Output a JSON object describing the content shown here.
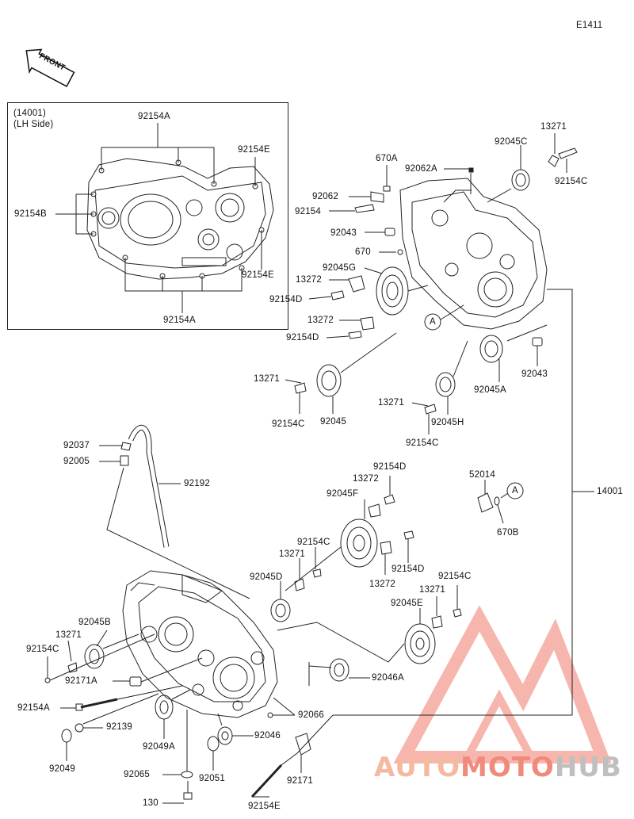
{
  "diagram_code": "E1411",
  "front_label": "FRONT",
  "inset": {
    "title": "(14001)",
    "subtitle": "(LH Side)"
  },
  "watermark": {
    "part1": "AUTO",
    "part2": "MOTO",
    "part3": "HUB"
  },
  "colors": {
    "line": "#222222",
    "watermark_red": "#f07c6c",
    "watermark_orange": "#f5b9a0",
    "watermark_grey": "#bfbfbf"
  },
  "labels": {
    "in_92154A_top": "92154A",
    "in_92154E_top": "92154E",
    "in_92154B": "92154B",
    "in_92154E_bot": "92154E",
    "in_92154A_bot": "92154A",
    "p13271_a": "13271",
    "p92045C": "92045C",
    "p670A": "670A",
    "p92062A": "92062A",
    "p92154C_a": "92154C",
    "p92062": "92062",
    "p92154": "92154",
    "p92043_a": "92043",
    "p670": "670",
    "p92045G": "92045G",
    "p13272_a": "13272",
    "p92154D_a": "92154D",
    "p13272_b": "13272",
    "p92154D_b": "92154D",
    "calloutA_1": "A",
    "p92043_b": "92043",
    "p92045A": "92045A",
    "p13271_b": "13271",
    "p92154C_b": "92154C",
    "p92045": "92045",
    "p13271_c": "13271",
    "p92045H": "92045H",
    "p92154C_c": "92154C",
    "p92037": "92037",
    "p92005": "92005",
    "p92192": "92192",
    "p92154D_c": "92154D",
    "p13272_c": "13272",
    "p92045F": "92045F",
    "p52014": "52014",
    "calloutA_2": "A",
    "p670B": "670B",
    "p14001": "14001",
    "p92154C_d": "92154C",
    "p13271_d": "13271",
    "p92045D": "92045D",
    "p92154D_d": "92154D",
    "p13272_d": "13272",
    "p92154C_e": "92154C",
    "p13271_e": "13271",
    "p92045E": "92045E",
    "p92045B": "92045B",
    "p13271_f": "13271",
    "p92154C_f": "92154C",
    "p92171A": "92171A",
    "p92046A": "92046A",
    "p92154A": "92154A",
    "p92139": "92139",
    "p92066": "92066",
    "p92049A": "92049A",
    "p92046": "92046",
    "p92049": "92049",
    "p92065": "92065",
    "p92051": "92051",
    "p92171": "92171",
    "p130": "130",
    "p92154E": "92154E"
  }
}
